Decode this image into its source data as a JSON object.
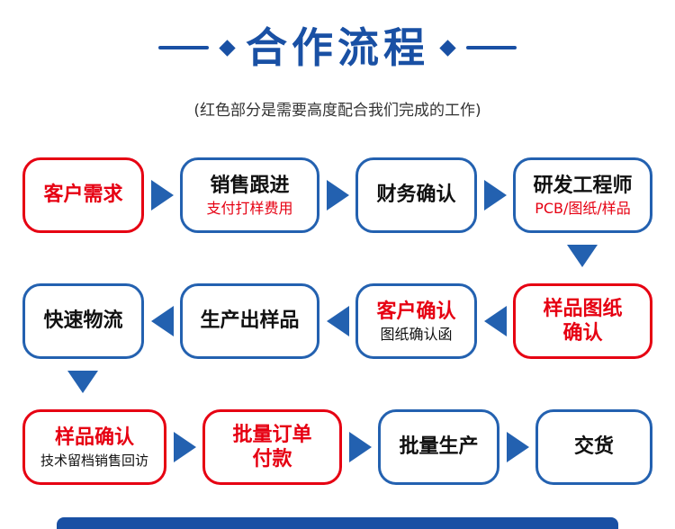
{
  "header": {
    "title": "合作流程",
    "subtitle": "(红色部分是需要高度配合我们完成的工作)"
  },
  "colors": {
    "blue": "#1950a4",
    "blue_border": "#2361b0",
    "red": "#e60012"
  },
  "icons": {
    "arrow_right": "right-arrow",
    "arrow_left": "left-arrow",
    "arrow_down": "down-arrow",
    "diamond": "diamond-bullet"
  },
  "flow": {
    "row1": [
      {
        "title": "客户需求"
      },
      {
        "title": "销售跟进",
        "subtitle": "支付打样费用"
      },
      {
        "title": "财务确认"
      },
      {
        "title": "研发工程师",
        "subtitle": "PCB/图纸/样品"
      }
    ],
    "row2": [
      {
        "title": "快速物流"
      },
      {
        "title": "生产出样品"
      },
      {
        "title": "客户确认",
        "subtitle": "图纸确认函"
      },
      {
        "title": "样品图纸",
        "title2": "确认"
      }
    ],
    "row3": [
      {
        "title": "样品确认",
        "subtitle": "技术留档销售回访"
      },
      {
        "title": "批量订单",
        "title2": "付款"
      },
      {
        "title": "批量生产"
      },
      {
        "title": "交货"
      }
    ]
  }
}
